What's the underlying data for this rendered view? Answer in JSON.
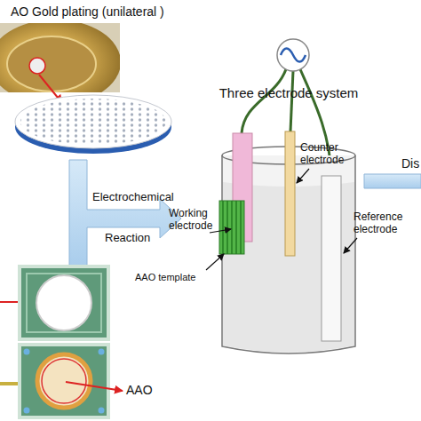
{
  "diagram": {
    "nodes": [
      {
        "text": [
          "Three electrode system"
        ]
      }
    ],
    "labels": [
      "AO Gold plating (unilateral )",
      "Electrochemical",
      "Reaction",
      "Counter electrode",
      "Working electrode",
      "Reference electrode",
      "AAO template",
      "Dis",
      "AAO"
    ]
  }
}
